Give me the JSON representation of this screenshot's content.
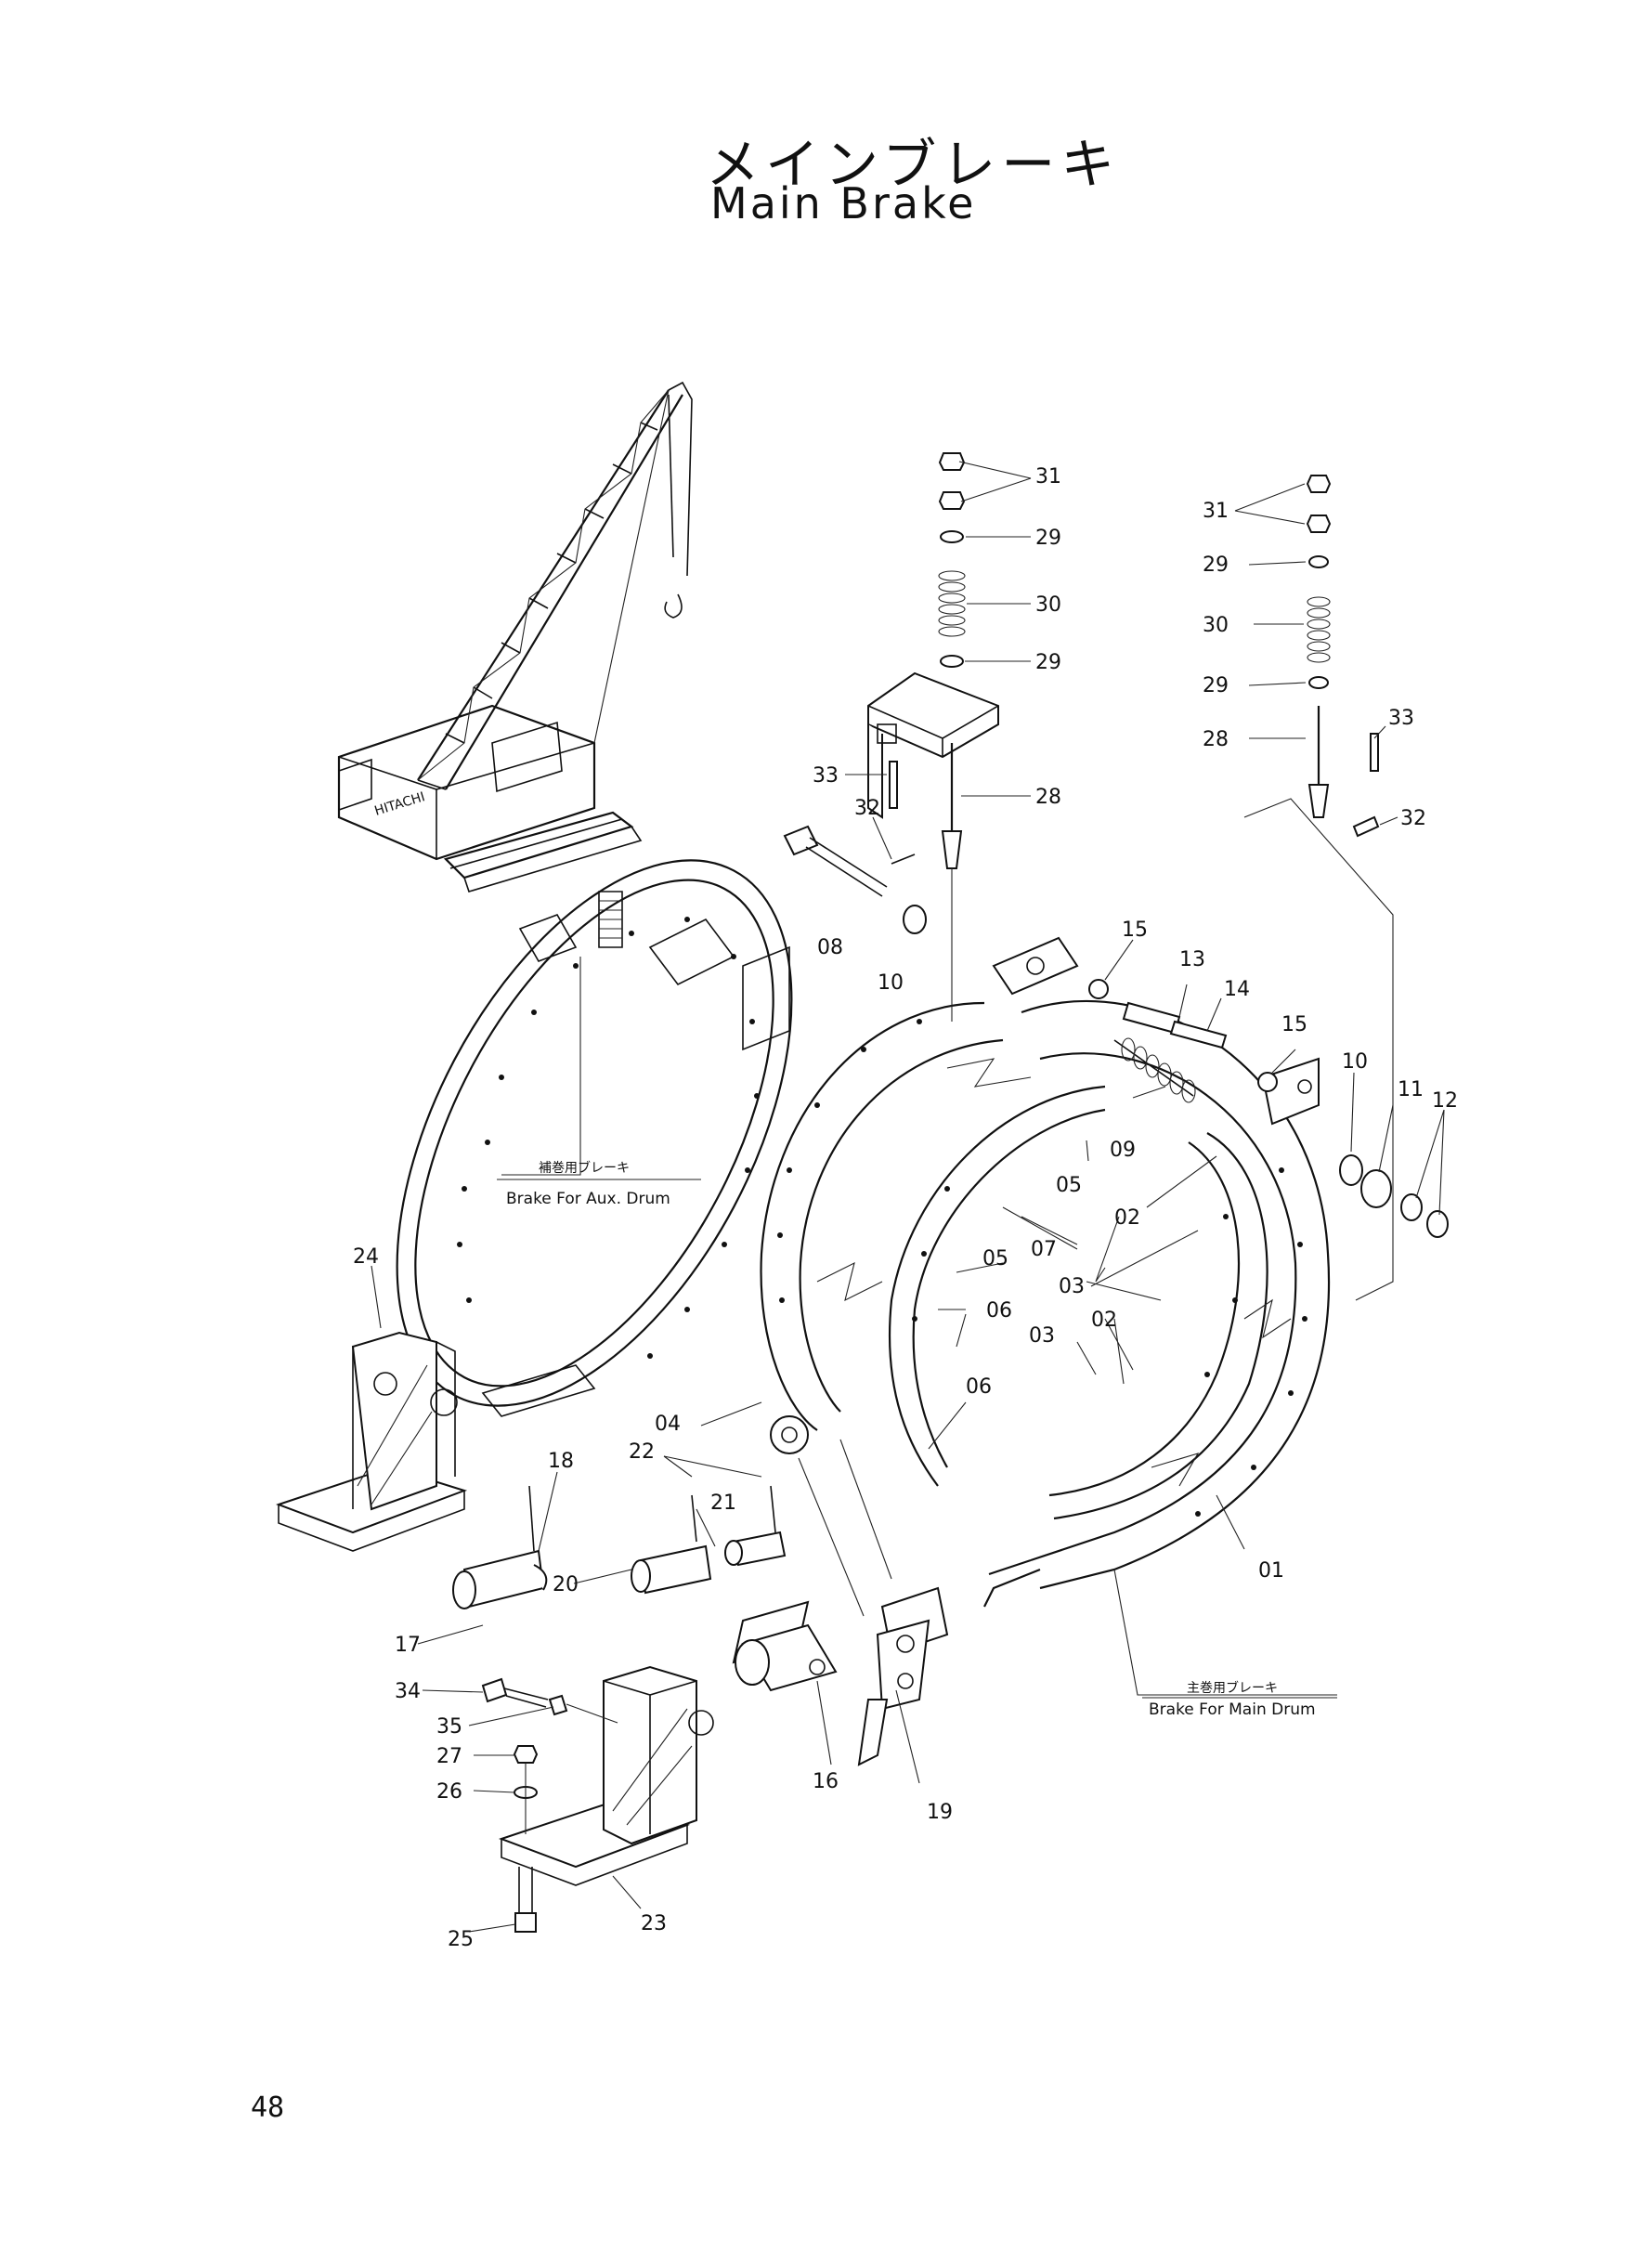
{
  "title": {
    "japanese": "メインブレーキ",
    "english": "Main Brake"
  },
  "page_number": "48",
  "captions": {
    "aux_drum": {
      "japanese": "補巻用ブレーキ",
      "english": "Brake For Aux. Drum"
    },
    "main_drum": {
      "japanese": "主巻用ブレーキ",
      "english": "Brake For Main Drum"
    }
  },
  "callouts": {
    "c01": "01",
    "c02a": "02",
    "c02b": "02",
    "c03a": "03",
    "c03b": "03",
    "c04": "04",
    "c05a": "05",
    "c05b": "05",
    "c06a": "06",
    "c06b": "06",
    "c07": "07",
    "c08": "08",
    "c09": "09",
    "c10a": "10",
    "c10b": "10",
    "c11": "11",
    "c12": "12",
    "c13": "13",
    "c14": "14",
    "c15a": "15",
    "c15b": "15",
    "c16": "16",
    "c17": "17",
    "c18": "18",
    "c19": "19",
    "c20": "20",
    "c21": "21",
    "c22": "22",
    "c23": "23",
    "c24": "24",
    "c25": "25",
    "c26": "26",
    "c27": "27",
    "c28a": "28",
    "c28b": "28",
    "c29a": "29",
    "c29b": "29",
    "c29c": "29",
    "c29d": "29",
    "c30a": "30",
    "c30b": "30",
    "c31a": "31",
    "c31b": "31",
    "c32a": "32",
    "c32b": "32",
    "c33a": "33",
    "c33b": "33",
    "c34": "34",
    "c35": "35"
  },
  "machine_brand": "HITACHI"
}
